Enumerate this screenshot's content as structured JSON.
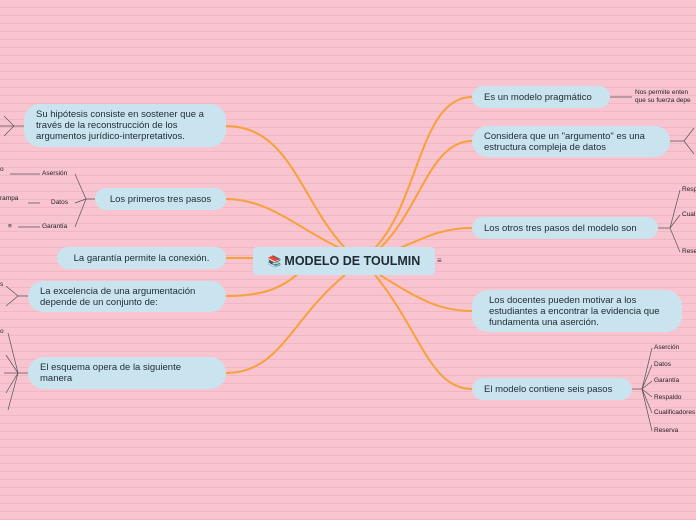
{
  "central": {
    "title": "MODELO DE TOULMIN",
    "icon": "books-icon"
  },
  "colors": {
    "background": "#f8c4cf",
    "branch": "#f6a13a",
    "node": "#c9e4ee",
    "leaf_line": "#555555"
  },
  "left": {
    "hipotesis": "Su hipótesis consiste en sostener que a través de la reconstrucción de los argumentos jurídico-interpretativos.",
    "primeros": {
      "label": "Los primeros tres pasos",
      "leaves": [
        "Asersión",
        "Datos",
        "Garantía"
      ],
      "far": [
        "o",
        "rampa",
        "≡"
      ]
    },
    "garantia": "La garantía permite la conexión.",
    "excelencia": {
      "label": "La excelencia de una argumentación depende de un conjunto de:",
      "far": "s"
    },
    "esquema": {
      "label": "El esquema opera de la siguiente manera",
      "far": "o"
    }
  },
  "right": {
    "pragmatico": {
      "label": "Es un modelo pragmático",
      "note": [
        "Nos permite enten",
        "que su fuerza depe"
      ]
    },
    "considera": "Considera que un \"argumento\" es una estructura compleja de datos",
    "otros": {
      "label": "Los otros tres pasos del modelo son",
      "leaves": [
        "Resp",
        "Cual",
        "Rese"
      ]
    },
    "docentes": "Los docentes pueden motivar a los estudiantes a encontrar la evidencia que fundamenta una aserción.",
    "seis": {
      "label": "El modelo contiene seis pasos",
      "leaves": [
        "Aserción",
        "Datos",
        "Garantía",
        "Respaldo",
        "Cualificadores",
        "Reserva"
      ]
    }
  }
}
